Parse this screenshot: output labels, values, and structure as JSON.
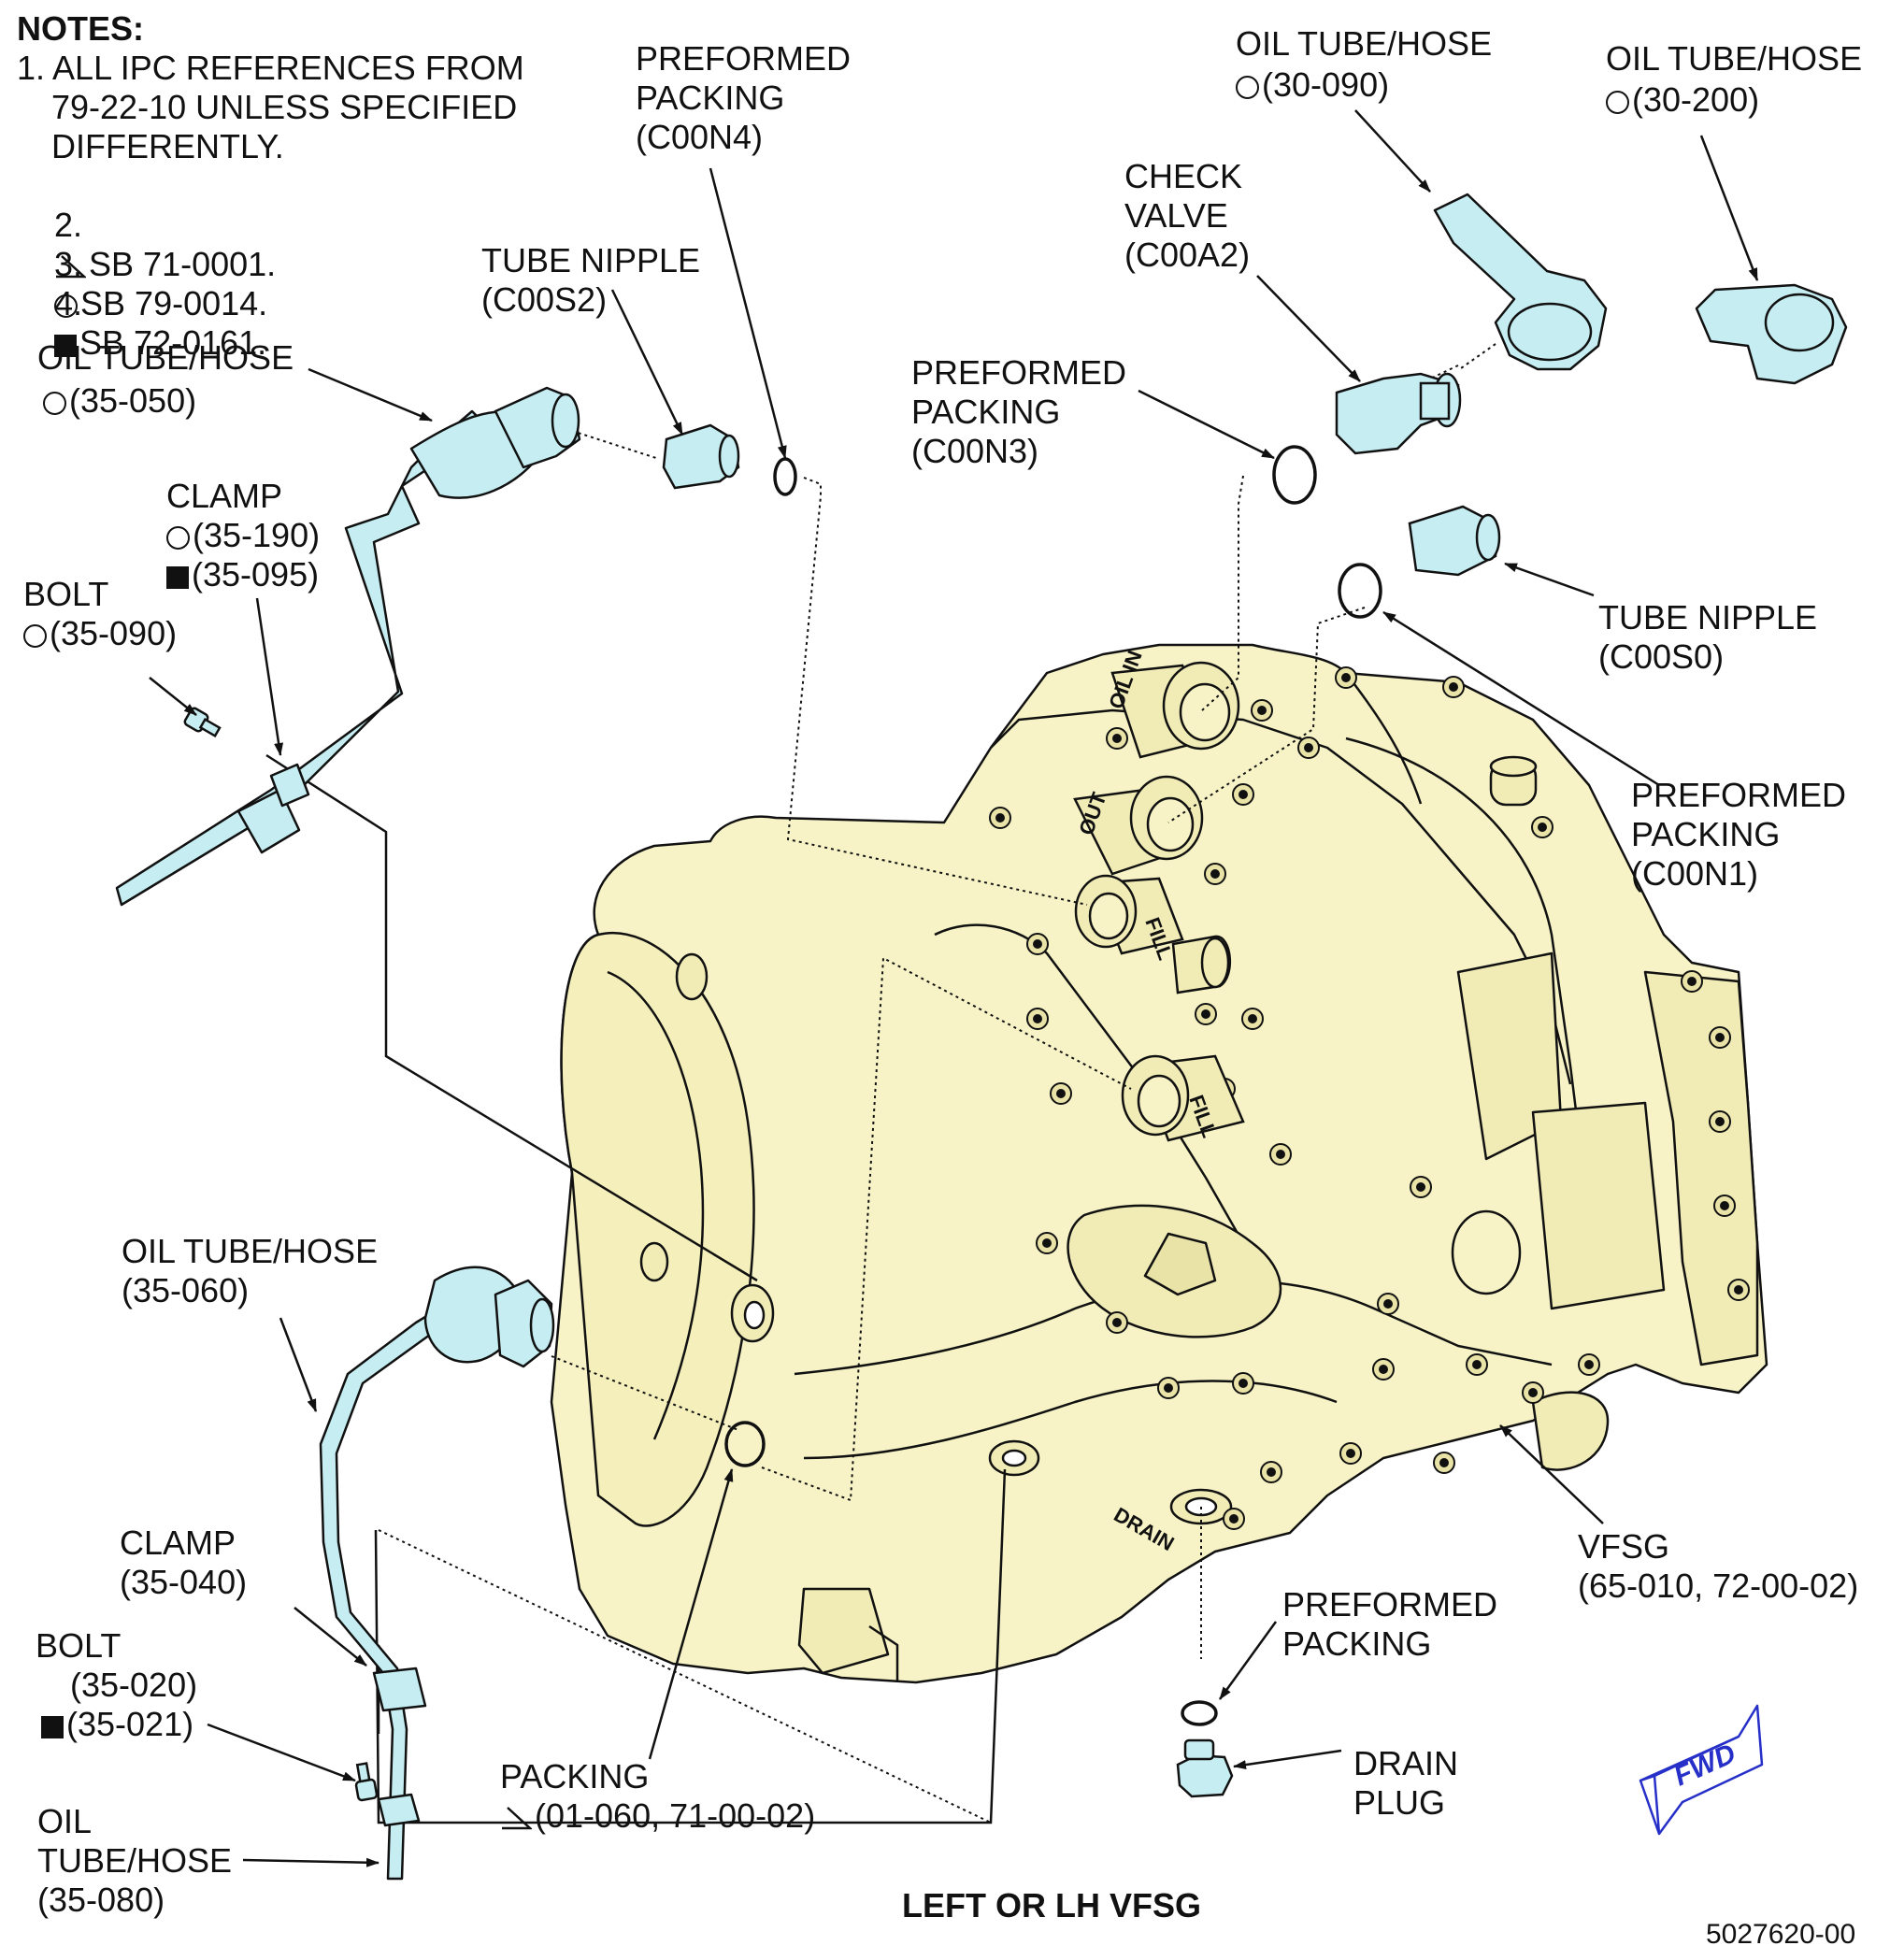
{
  "notes": {
    "title": "NOTES:",
    "n1a": "1. ALL IPC REFERENCES FROM",
    "n1b": "79-22-10 UNLESS SPECIFIED",
    "n1c": "DIFFERENTLY.",
    "n2_num": "2.",
    "n2_text": "SB 71-0001.",
    "n3_num": "3.",
    "n3_text": "SB 79-0014.",
    "n4_num": "4.",
    "n4_text": "SB 72-0161."
  },
  "callouts": {
    "packing_c00n4": [
      "PREFORMED",
      "PACKING",
      "(C00N4)"
    ],
    "oil_30_090": [
      "OIL TUBE/HOSE",
      "(30-090)"
    ],
    "oil_30_200": [
      "OIL TUBE/HOSE",
      "(30-200)"
    ],
    "check_valve": [
      "CHECK",
      "VALVE",
      "(C00A2)"
    ],
    "tube_nipple_c00s2": [
      "TUBE NIPPLE",
      "(C00S2)"
    ],
    "oil_35_050": [
      "OIL TUBE/HOSE",
      "(35-050)"
    ],
    "packing_c00n3": [
      "PREFORMED",
      "PACKING",
      "(C00N3)"
    ],
    "clamp_35_190": [
      "CLAMP",
      "(35-190)",
      "(35-095)"
    ],
    "bolt_35_090": [
      "BOLT",
      "(35-090)"
    ],
    "tube_nipple_c00s0": [
      "TUBE NIPPLE",
      "(C00S0)"
    ],
    "packing_c00n1": [
      "PREFORMED",
      "PACKING",
      "(C00N1)"
    ],
    "oil_35_060": [
      "OIL TUBE/HOSE",
      "(35-060)"
    ],
    "clamp_35_040": [
      "CLAMP",
      "(35-040)"
    ],
    "bolt_35_020": [
      "BOLT",
      "(35-020)",
      "(35-021)"
    ],
    "oil_35_080": [
      "OIL",
      "TUBE/HOSE",
      "(35-080)"
    ],
    "packing_01_060": [
      "PACKING",
      "(01-060, 71-00-02)"
    ],
    "vfsg": [
      "VFSG",
      "(65-010, 72-00-02)"
    ],
    "packing_drain": [
      "PREFORMED",
      "PACKING"
    ],
    "drain_plug": [
      "DRAIN",
      "PLUG"
    ]
  },
  "part_markings": {
    "oil_in": "OIL IN",
    "oil_out": "OUT",
    "fill_upper": "FILL",
    "fill_lower": "FILL",
    "drain": "DRAIN"
  },
  "fwd_label": "FWD",
  "view_title": "LEFT OR LH VFSG",
  "figure_number": "5027620-00",
  "colors": {
    "housing": "#f7f3c6",
    "tube": "#c6eef2",
    "line": "#111111",
    "fwd": "#2630c8"
  },
  "icons": [
    "sb-triangle-icon",
    "circle-effectivity-icon",
    "square-effectivity-icon"
  ]
}
